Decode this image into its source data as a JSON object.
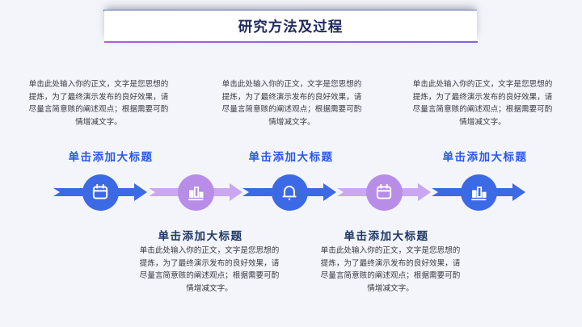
{
  "slide": {
    "title": "研究方法及过程"
  },
  "top_blocks": [
    {
      "body": "单击此处输入你的正文，文字是您思想的提炼，为了最终演示发布的良好效果，请尽量言简意赅的阐述观点；根据需要可酌情增减文字。",
      "heading": "单击添加大标题"
    },
    {
      "body": "单击此处输入你的正文，文字是您思想的提炼，为了最终演示发布的良好效果，请尽量言简意赅的阐述观点；根据需要可酌情增减文字。",
      "heading": "单击添加大标题"
    },
    {
      "body": "单击此处输入你的正文，文字是您思想的提炼，为了最终演示发布的良好效果，请尽量言简意赅的阐述观点；根据需要可酌情增减文字。",
      "heading": "单击添加大标题"
    }
  ],
  "bottom_blocks": [
    {
      "heading": "单击添加大标题",
      "body": "单击此处输入你的正文，文字是您思想的提炼，为了最终演示发布的良好效果，请尽量言简意赅的阐述观点；根据需要可酌情增减文字。"
    },
    {
      "heading": "单击添加大标题",
      "body": "单击此处输入你的正文，文字是您思想的提炼，为了最终演示发布的良好效果，请尽量言简意赅的阐述观点；根据需要可酌情增减文字。"
    }
  ],
  "timeline": {
    "steps": [
      {
        "icon": "calendar-icon",
        "theme": "blue"
      },
      {
        "icon": "bar-chart-icon",
        "theme": "purple"
      },
      {
        "icon": "bell-icon",
        "theme": "blue"
      },
      {
        "icon": "calendar-icon",
        "theme": "purple"
      },
      {
        "icon": "bar-chart-icon",
        "theme": "blue"
      }
    ]
  },
  "colors": {
    "background": "#f3f5fa",
    "header_band": "#ffffff",
    "header_line_top": "#4b79d6",
    "header_line_bottom": "#b25ed0",
    "title_text": "#1f2a5e",
    "heading_blue": "#2a58e8",
    "heading_navy": "#1f3864",
    "body_text": "#3a3a44",
    "timeline_blue": "#3c69e4",
    "timeline_purple_circle": "#b78de8",
    "timeline_purple_arrow": "#cba6f1"
  }
}
